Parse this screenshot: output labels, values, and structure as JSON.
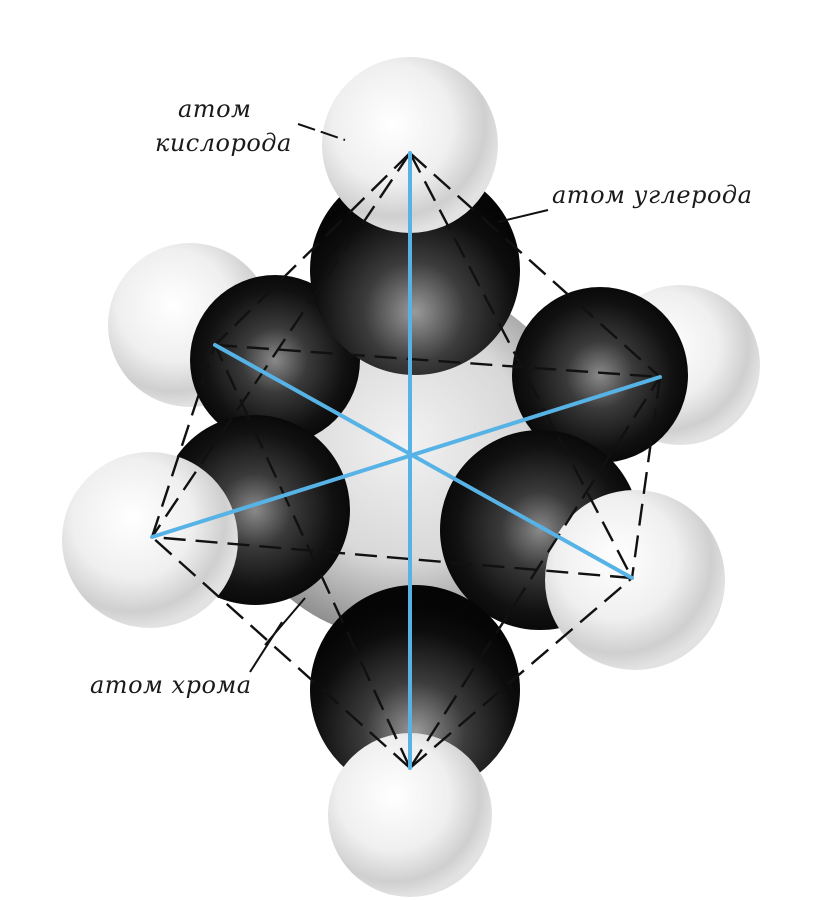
{
  "labels": {
    "oxygen_line1": "атом",
    "oxygen_line2": "кислорода",
    "carbon": "атом углерода",
    "chromium": "атом хрома"
  },
  "colors": {
    "background": "#ffffff",
    "light_atom": "#f4f4f4",
    "dark_atom": "#111111",
    "axis": "#57b3e6",
    "dash": "#111111"
  }
}
